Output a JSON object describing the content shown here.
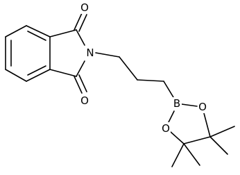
{
  "molecule": {
    "labels": {
      "o_top": "O",
      "o_bottom": "O",
      "n": "N",
      "b": "B",
      "o_ring_right": "O",
      "o_ring_left": "O"
    }
  }
}
